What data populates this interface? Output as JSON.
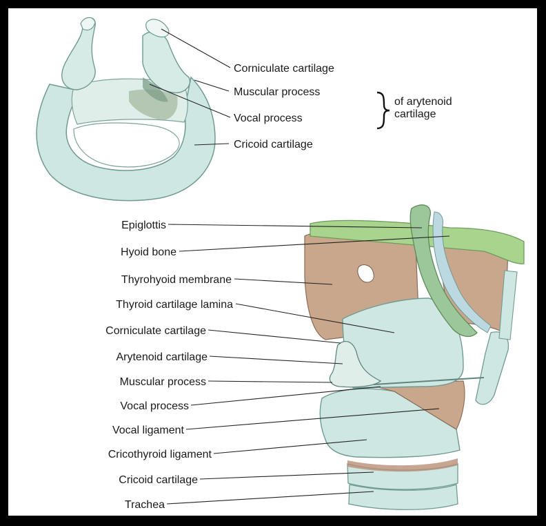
{
  "top_labels": {
    "corniculate": "Corniculate cartilage",
    "muscular": "Muscular process",
    "vocal": "Vocal process",
    "cricoid": "Cricoid cartilage",
    "of_arytenoid_line1": "of arytenoid",
    "of_arytenoid_line2": "cartilage"
  },
  "bottom_labels": {
    "epiglottis": "Epiglottis",
    "hyoid": "Hyoid bone",
    "thyrohyoid": "Thyrohyoid membrane",
    "thyroid_lamina": "Thyroid cartilage lamina",
    "corniculate": "Corniculate cartilage",
    "arytenoid": "Arytenoid cartilage",
    "muscular": "Muscular process",
    "vocal": "Vocal process",
    "vocal_ligament": "Vocal ligament",
    "cricothyroid": "Cricothyroid ligament",
    "cricoid": "Cricoid cartilage",
    "trachea": "Trachea"
  },
  "colors": {
    "frame": "#000000",
    "cartilage": "#cfe7e2",
    "cartilage_shade": "#9fc7c0",
    "membrane": "#c9a78c",
    "membrane_dark": "#a9826a",
    "hyoid_green": "#a8d48e",
    "epiglottis_green": "#9cc79a"
  }
}
